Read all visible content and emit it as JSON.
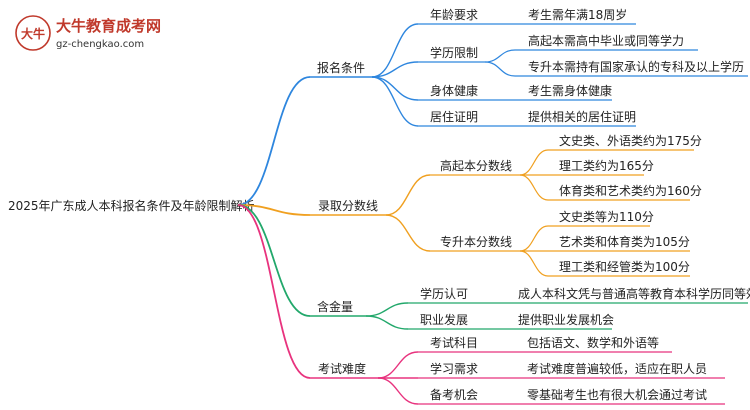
{
  "logo": {
    "title": "大牛教育成考网",
    "url": "gz-chengkao.com",
    "glyph": "大牛"
  },
  "root": {
    "label": "2025年广东成人本科报名条件及年龄限制解析"
  },
  "branches": [
    {
      "label": "报名条件",
      "color": "#2e86de",
      "children": [
        {
          "label": "年龄要求",
          "children": [
            {
              "label": "考生需年满18周岁"
            }
          ]
        },
        {
          "label": "学历限制",
          "children": [
            {
              "label": "高起本需高中毕业或同等学力"
            },
            {
              "label": "专升本需持有国家承认的专科及以上学历"
            }
          ]
        },
        {
          "label": "身体健康",
          "children": [
            {
              "label": "考生需身体健康"
            }
          ]
        },
        {
          "label": "居住证明",
          "children": [
            {
              "label": "提供相关的居住证明"
            }
          ]
        }
      ]
    },
    {
      "label": "录取分数线",
      "color": "#f0a020",
      "children": [
        {
          "label": "高起本分数线",
          "children": [
            {
              "label": "文史类、外语类约为175分"
            },
            {
              "label": "理工类约为165分"
            },
            {
              "label": "体育类和艺术类约为160分"
            }
          ]
        },
        {
          "label": "专升本分数线",
          "children": [
            {
              "label": "文史类等为110分"
            },
            {
              "label": "艺术类和体育类为105分"
            },
            {
              "label": "理工类和经管类为100分"
            }
          ]
        }
      ]
    },
    {
      "label": "含金量",
      "color": "#22a86b",
      "children": [
        {
          "label": "学历认可",
          "children": [
            {
              "label": "成人本科文凭与普通高等教育本科学历同等效力"
            }
          ]
        },
        {
          "label": "职业发展",
          "children": [
            {
              "label": "提供职业发展机会"
            }
          ]
        }
      ]
    },
    {
      "label": "考试难度",
      "color": "#e8337e",
      "children": [
        {
          "label": "考试科目",
          "children": [
            {
              "label": "包括语文、数学和外语等"
            }
          ]
        },
        {
          "label": "学习需求",
          "children": [
            {
              "label": "考试难度普遍较低，适应在职人员"
            }
          ]
        },
        {
          "label": "备考机会",
          "children": [
            {
              "label": "零基础考生也有很大机会通过考试"
            }
          ]
        }
      ]
    }
  ]
}
